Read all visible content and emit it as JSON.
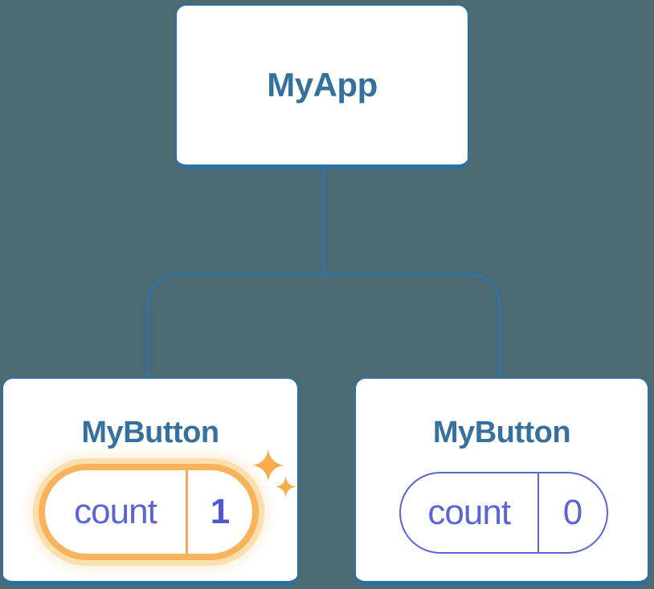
{
  "diagram": {
    "type": "component-tree",
    "root": {
      "label": "MyApp"
    },
    "children": [
      {
        "label": "MyButton",
        "state": {
          "key": "count",
          "value": "1"
        },
        "highlighted": true
      },
      {
        "label": "MyButton",
        "state": {
          "key": "count",
          "value": "0"
        },
        "highlighted": false
      }
    ],
    "icons": {
      "sparkles": "sparkles-icon"
    },
    "colors": {
      "background": "#4c6a72",
      "node_fill": "#ffffff",
      "node_border_blue": "#2e6f9f",
      "connector_blue": "#2e74a6",
      "label_blue": "#35719c",
      "state_indigo": "#5b64d3",
      "highlight_orange": "#f8b45c",
      "highlight_halo": "#fbdfad",
      "sparkle_orange": "#f6ad4b"
    }
  }
}
